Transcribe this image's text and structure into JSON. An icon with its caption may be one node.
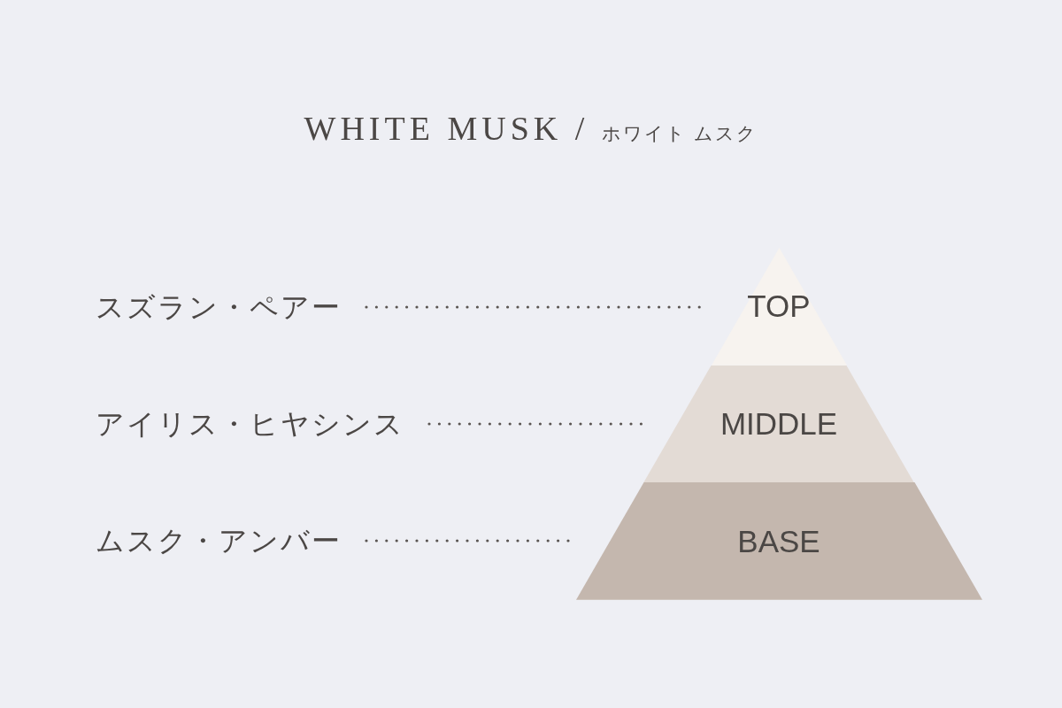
{
  "diagram": {
    "title": "WHITE MUSK / ホワイト ムスク",
    "nodes": [
      {
        "text": [
          "スズラン・ペアー"
        ]
      },
      {
        "text": [
          "TOP"
        ]
      },
      {
        "text": [
          "アイリス・ヒヤシンス"
        ]
      },
      {
        "text": [
          "MIDDLE"
        ]
      },
      {
        "text": [
          "ムスク・アンバー"
        ]
      },
      {
        "text": [
          "BASE"
        ]
      }
    ],
    "edges": [
      {
        "from": 0,
        "to": 1,
        "arrow": "none"
      },
      {
        "from": 2,
        "to": 3,
        "arrow": "none"
      },
      {
        "from": 4,
        "to": 5,
        "arrow": "none"
      }
    ]
  }
}
